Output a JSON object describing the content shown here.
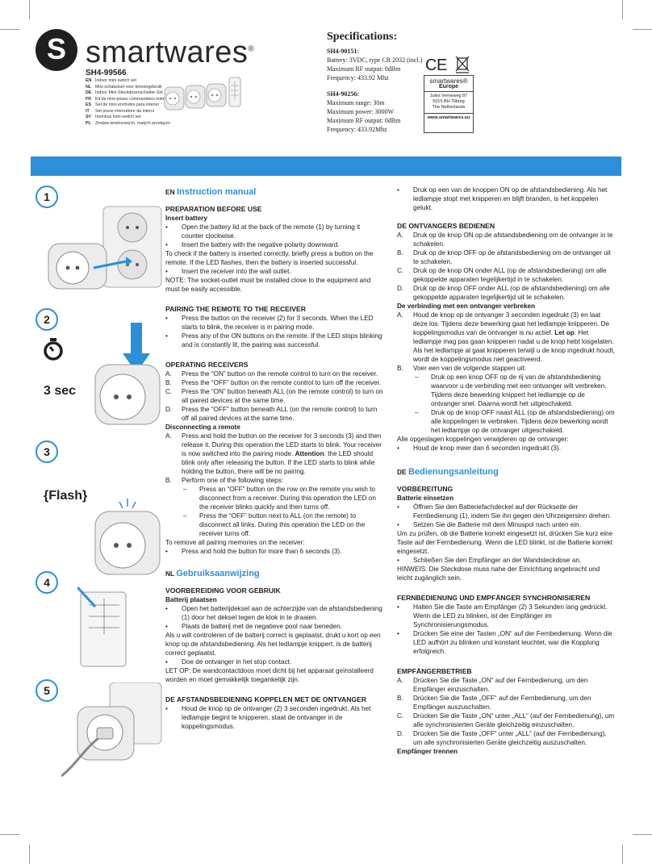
{
  "brand": {
    "logo_letter": "S",
    "name": "smartwares",
    "mark": "®"
  },
  "model": "SH4-99566",
  "languages": [
    {
      "code": "EN",
      "text": "Indoor mini switch set"
    },
    {
      "code": "NL",
      "text": "Mini schakelset voor binnengebruik"
    },
    {
      "code": "DE",
      "text": "Indoor Mini-Steckdosenschalter-Set"
    },
    {
      "code": "FR",
      "text": "Kit de mini-prises commandées intérieur"
    },
    {
      "code": "ES",
      "text": "Set de mini enchufes para interior"
    },
    {
      "code": "IT",
      "text": "Set prese interruttore da interni"
    },
    {
      "code": "SV",
      "text": "Inomhus mini-switch set"
    },
    {
      "code": "PL",
      "text": "Zestaw wnętrzowych, małych przełączn"
    }
  ],
  "specs": {
    "title": "Specifications:",
    "blocks": [
      {
        "model": "SH4-90151:",
        "lines": [
          "Battery: 3VDC, type CR 2032 (incl.)",
          "Maximum RF output: 0dBm",
          "Frequency: 433.92 Mhz"
        ]
      },
      {
        "model": "SH4-90256:",
        "lines": [
          "Maximum range: 30m",
          "Maximum power: 3000W",
          "Maximum RF output: 0dBm",
          "Frequency: 433.92Mhz"
        ]
      }
    ]
  },
  "address_box": {
    "brand": "smartwares®",
    "region": "Europe",
    "lines": [
      "Jules Verneweg 87",
      "5015 BH Tilburg",
      "The Netherlands"
    ],
    "web": "www.smartwares.eu"
  },
  "steps": [
    "1",
    "2",
    "3",
    "4",
    "5"
  ],
  "step2_label": "3 sec",
  "step3_label": "Flash",
  "colors": {
    "accent": "#2b8fdb",
    "dark": "#1f1f1f"
  },
  "col1": {
    "en_code": "EN",
    "en_title": "Instruction manual",
    "prep_title": "PREPARATION BEFORE USE",
    "insert_battery": "Insert battery",
    "prep_bullets": [
      "Open the battery lid at the back of the remote (1) by turning it counter clockwise.",
      "Insert the battery with the negative polarity downward."
    ],
    "prep_check": "To check if the battery is inserted correctly, briefly press a button on the remote. If the LED flashes, then the battery is inserted successful.",
    "prep_bullet3": "Insert the receiver into the wall outlet.",
    "prep_note": "NOTE: The socket-outlet must be installed close to the equipment and must be easily accessible.",
    "pair_title": "PAIRING THE REMOTE TO THE RECEIVER",
    "pair_bullets": [
      "Press the button on the receiver (2) for 3 seconds. When the LED starts to blink, the receiver is in pairing mode.",
      "Press any of the ON buttons on the remote. If the LED stops blinking and is constantly lit, the pairing was successful."
    ],
    "op_title": "OPERATING RECEIVERS",
    "op_items": [
      {
        "m": "A.",
        "t": "Press the “ON” button on the remote control to turn on the receiver."
      },
      {
        "m": "B.",
        "t": "Press the “OFF” button on the remote control to turn off the receiver."
      },
      {
        "m": "C.",
        "t": "Press the “ON” button beneath ALL (on the remote control) to turn on all paired devices at the same time."
      },
      {
        "m": "D.",
        "t": "Press the “OFF” button beneath ALL (on the remote control) to turn off all paired devices at the same time."
      }
    ],
    "disc_title": "Disconnecting a remote",
    "disc_a_pre": "Press and hold the button on the receiver for 3 seconds (3) and then release it. During this operation the LED starts to blink. Your receiver is now switched into the pairing mode.",
    "disc_a_bold": "Attention",
    "disc_a_post": ": the LED should blink only after releasing the button. If the LED starts to blink while holding the button, there will be no pairing.",
    "disc_b": "Perform one of the following steps:",
    "disc_b_subs": [
      "Press an “OFF” button on the row on the remote you wish to disconnect from a receiver. During this operation the LED on the receiver blinks quickly and then turns off.",
      "Press the “OFF” button next to ALL (on the remote) to disconnect all links. During this operation the LED on the receiver turns off."
    ],
    "remove_all": "To remove all pairing memories on the receiver:",
    "remove_bullet": "Press and hold the button for more than 6 seconds (3).",
    "nl_code": "NL",
    "nl_title": "Gebruiksaanwijzing",
    "nl_prep_title": "VOORBEREIDING VOOR GEBRUIK",
    "nl_battery": "Batterij plaatsen",
    "nl_prep_bullets": [
      "Open het batterijdeksel aan de achterzijde van de afstandsbediening (1) door het deksel tegen de klok in te draaien.",
      "Plaats de batterij met de negatieve pool naar beneden."
    ],
    "nl_check": "Als u wilt controleren of de batterij correct is geplaatst, drukt u kort op een knop op de afstandsbediening. Als het ledlampje knippert, is de batterij correct geplaatst.",
    "nl_bullet3": "Doe de ontvanger in het stop contact.",
    "nl_note": "LET OP: De wandcontactdoos moet dicht bij het apparaat geïnstalleerd worden en moet gemakkelijk toegankelijk zijn.",
    "nl_pair_title": "DE AFSTANDSBEDIENING KOPPELEN MET DE ONTVANGER",
    "nl_pair_bullet": "Houd de knop op de ontvanger (2) 3 seconden ingedrukt. Als het ledlampje begint te knipperen, staat de ontvanger in de koppelingsmodus."
  },
  "col2": {
    "top_bullet": "Druk op een van de knoppen ON op de afstandsbediening. Als het ledlampje stopt met knipperen en blijft branden, is het koppelen gelukt.",
    "ops_title": "DE ONTVANGERS BEDIENEN",
    "ops_items": [
      {
        "m": "A.",
        "t": "Druk op de knop ON op de afstandsbediening om de ontvanger in te schakelen."
      },
      {
        "m": "B.",
        "t": "Druk op de knop OFF op de afstandsbediening om de ontvanger uit te schakelen."
      },
      {
        "m": "C.",
        "t": "Druk op de knop ON onder ALL (op de afstandsbediening) om alle gekoppelde apparaten tegelijkertijd in te schakelen."
      },
      {
        "m": "D.",
        "t": "Druk op de knop OFF onder ALL (op de afstandsbediening) om alle gekoppelde apparaten tegelijkertijd uit te schakelen."
      }
    ],
    "break_title": "De verbinding met een ontvanger verbreken",
    "break_a_pre": "Houd de knop op de ontvanger 3 seconden ingedrukt (3) en laat deze los. Tijdens deze bewerking gaat het ledlampje knipperen. De koppelingsmodus van de ontvanger is nu actief.",
    "break_a_bold": "Let op",
    "break_a_post": ": Het ledlampje mag pas gaan knipperen nadat u de knop hebt losgelaten. Als het ledlampje al gaat knipperen terwijl u de knop ingedrukt houdt, wordt de koppelingsmodus niet geactiveerd.",
    "break_b": "Voer een van de volgende stappen uit:",
    "break_b_subs": [
      "Druk op een knop OFF op de rij van de afstandsbediening waarvoor u de verbinding met een ontvanger wilt verbreken. Tijdens deze bewerking knippert het ledlampje op de ontvanger snel. Daarna wordt het uitgeschakeld.",
      "Druk op de knop OFF naast ALL (op de afstandsbediening) om alle koppelingen te verbreken. Tijdens deze bewerking wordt het ledlampje op de ontvanger uitgeschakeld."
    ],
    "remove_all": "Alle opgeslagen koppelingen verwijderen op de ontvanger:",
    "remove_bullet": "Houd de knop meer dan 6 seconden ingedrukt (3).",
    "de_code": "DE",
    "de_title": "Bedienungsanleitung",
    "de_prep_title": "VORBEREITUNG",
    "de_battery": "Batterie einsetzen",
    "de_prep_bullets": [
      "Öffnen Sie den Batteriefachdeckel auf der Rückseite der Fernbedienung (1), indem Sie ihn gegen den Uhrzeigersinn drehen.",
      "Setzen Sie die Batterie mit dem Minuspol nach unten ein."
    ],
    "de_check": "Um zu prüfen, ob die Batterie korrekt eingesetzt ist, drücken Sie kurz eine Taste auf der Fernbedienung. Wenn die LED blinkt, ist die Batterie korrekt eingesetzt.",
    "de_bullet3": "Schließen Sie den Empfänger an der Wandsteckdose an.",
    "de_note": "HINWEIS: Die Steckdose muss nahe der Einrichtung angebracht und leicht zugänglich sein.",
    "de_sync_title": "FERNBEDIENUNG UND EMPFÄNGER SYNCHRONISIEREN",
    "de_sync_bullets": [
      "Halten Sie die Taste am Empfänger (2) 3 Sekunden lang gedrückt. Wenn die LED zu blinken, ist der Empfänger im Synchronisierungsmodus.",
      "Drücken Sie eine der Tasten „ON“ auf der Fernbedienung. Wenn die LED aufhört zu blinken und konstant leuchtet, war die Kopplung erfolgreich."
    ],
    "de_op_title": "EMPFÄNGERBETRIEB",
    "de_op_items": [
      {
        "m": "A.",
        "t": "Drücken Sie die Taste „ON“ auf der Fernbedienung, um den Empfänger einzuschalten."
      },
      {
        "m": "B.",
        "t": "Drücken Sie die Taste „OFF“ auf der Fernbedienung, um den Empfänger auszuschalten."
      },
      {
        "m": "C.",
        "t": "Drücken Sie die Taste „ON“ unter „ALL“ (auf der Fernbedienung), um alle synchronisierten Geräte gleichzeitig einzuschalten."
      },
      {
        "m": "D.",
        "t": "Drücken Sie die Taste „OFF“ unter „ALL“ (auf der Fernbedienung), um alle synchronisierten Geräte gleichzeitig auszuschalten."
      }
    ],
    "de_disc_title": "Empfänger trennen"
  }
}
